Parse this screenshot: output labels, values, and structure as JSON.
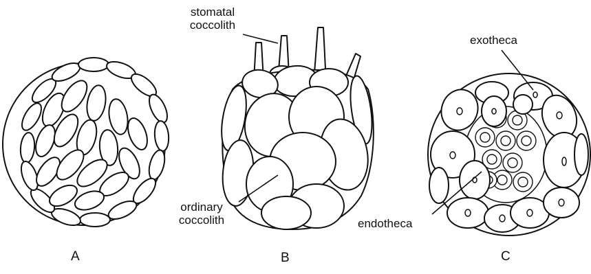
{
  "panels": [
    {
      "id": "A",
      "letter": "A"
    },
    {
      "id": "B",
      "letter": "B"
    },
    {
      "id": "C",
      "letter": "C"
    }
  ],
  "labels": {
    "stomatal": [
      "stomatal",
      "coccolith"
    ],
    "ordinary": [
      "ordinary",
      "coccolith"
    ],
    "exotheca": "exotheca",
    "endotheca": "endotheca"
  },
  "colors": {
    "ink": "#111111",
    "background": "#ffffff"
  }
}
